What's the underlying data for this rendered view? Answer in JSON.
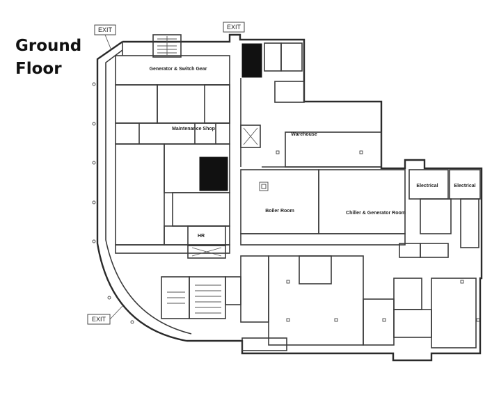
{
  "title": {
    "line1": "Ground",
    "line2": "Floor"
  },
  "rooms": {
    "generator": "Generator & Switch Gear",
    "maintenance": "Maintenance Shop",
    "warehouse": "Warehouse",
    "boiler": "Boiler Room",
    "chiller": "Chiller & Generator Room",
    "electrical1": "Electrical",
    "electrical2": "Electrical",
    "hr": "HR"
  },
  "exits": {
    "top_left": "EXIT",
    "top_center": "EXIT",
    "bottom_left": "EXIT"
  }
}
